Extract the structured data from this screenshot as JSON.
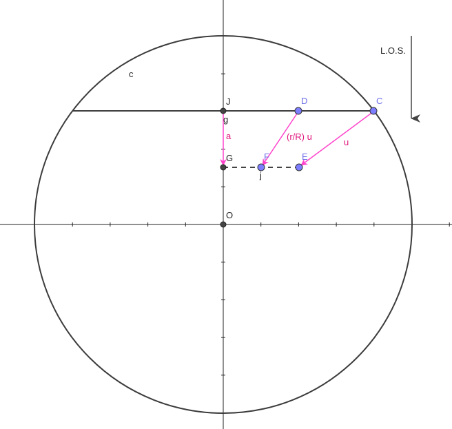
{
  "colors": {
    "axis": "#222222",
    "circle": "#3c3c3c",
    "vector": "#ff44cc",
    "point_blue": "#7d7dff",
    "point_dark": "#444444",
    "label_blue": "#6f6fe8",
    "label_magenta": "#e0147c"
  },
  "labels": {
    "circle_c": "c",
    "point_J": "J",
    "point_g": "g",
    "point_D": "D",
    "point_C": "C",
    "point_G": "G",
    "point_F": "F",
    "point_j": "j",
    "point_E": "E",
    "point_O": "O",
    "vector_a": "a",
    "vector_rR_u": "(r/R) u",
    "vector_u": "u",
    "los": "L.O.S."
  }
}
